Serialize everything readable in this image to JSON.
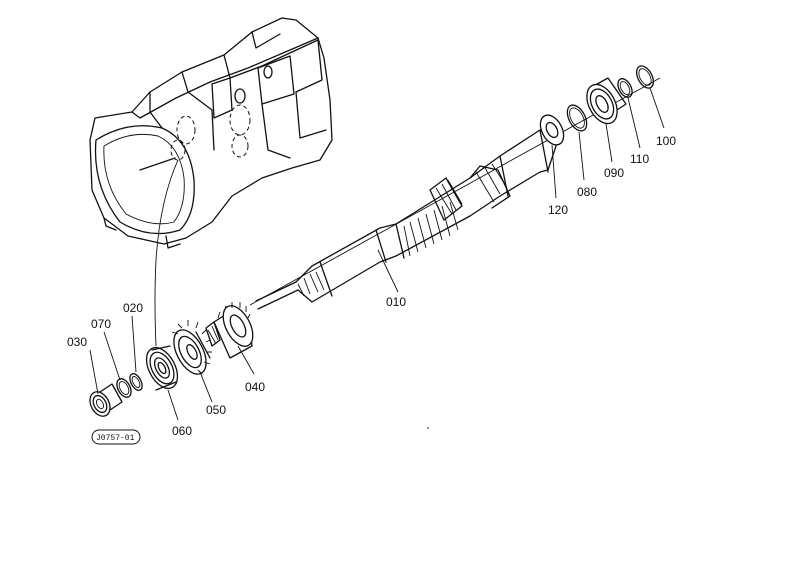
{
  "diagram": {
    "drawing_code": "J0757-01",
    "parts": [
      {
        "id": "p010",
        "label": "010"
      },
      {
        "id": "p020",
        "label": "020"
      },
      {
        "id": "p030",
        "label": "030"
      },
      {
        "id": "p040",
        "label": "040"
      },
      {
        "id": "p050",
        "label": "050"
      },
      {
        "id": "p060",
        "label": "060"
      },
      {
        "id": "p070",
        "label": "070"
      },
      {
        "id": "p080",
        "label": "080"
      },
      {
        "id": "p090",
        "label": "090"
      },
      {
        "id": "p100",
        "label": "100"
      },
      {
        "id": "p110",
        "label": "110"
      },
      {
        "id": "p120",
        "label": "120"
      }
    ]
  }
}
